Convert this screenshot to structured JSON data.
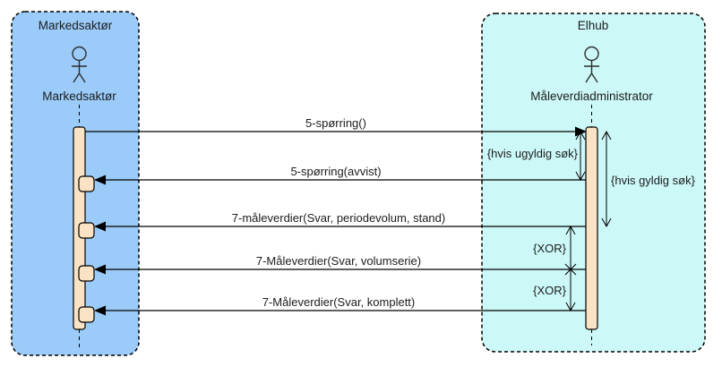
{
  "diagram_type": "uml-sequence-diagram",
  "colors": {
    "left_frame_fill": "#9ACBF9",
    "right_frame_fill": "#CDF8F8",
    "activation_fill": "#FAE3C4",
    "head_fill": "#FAE3C4",
    "line_color": "#000000",
    "canvas_bg": "#FFFFFF"
  },
  "frames": {
    "left": {
      "title": "Markedsaktør"
    },
    "right": {
      "title": "Elhub"
    }
  },
  "actors": {
    "left": {
      "label": "Markedsaktør"
    },
    "right": {
      "label": "Måleverdiadministrator"
    }
  },
  "messages": [
    {
      "label": "5-spørring()",
      "from": "Markedsaktør",
      "to": "Måleverdiadministrator",
      "direction": "right"
    },
    {
      "label": "5-spørring(avvist)",
      "from": "Måleverdiadministrator",
      "to": "Markedsaktør",
      "direction": "left"
    },
    {
      "label": "7-måleverdier(Svar, periodevolum, stand)",
      "from": "Måleverdiadministrator",
      "to": "Markedsaktør",
      "direction": "left"
    },
    {
      "label": "7-Måleverdier(Svar, volumserie)",
      "from": "Måleverdiadministrator",
      "to": "Markedsaktør",
      "direction": "left"
    },
    {
      "label": "7-Måleverdier(Svar, komplett)",
      "from": "Måleverdiadministrator",
      "to": "Markedsaktør",
      "direction": "left"
    }
  ],
  "constraints": [
    {
      "label": "{hvis ugyldig søk}"
    },
    {
      "label": "{hvis gyldig søk}"
    },
    {
      "label": "{XOR}"
    },
    {
      "label": "{XOR}"
    }
  ]
}
